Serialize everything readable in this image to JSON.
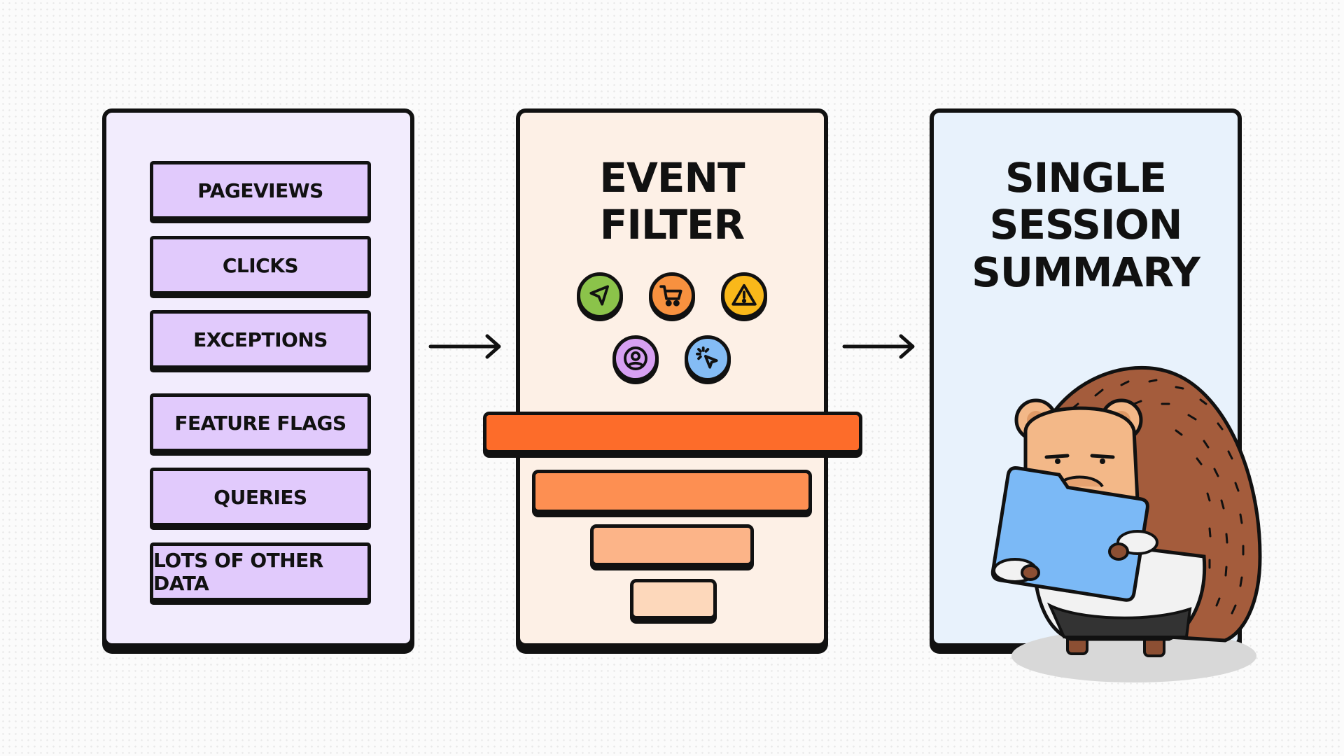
{
  "sources": {
    "items": [
      "PAGEVIEWS",
      "CLICKS",
      "EXCEPTIONS",
      "FEATURE FLAGS",
      "QUERIES",
      "LOTS OF OTHER DATA"
    ]
  },
  "filter": {
    "title": "EVENT\nFILTER",
    "icons": [
      {
        "name": "navigation-arrow-icon",
        "color": "#8bc34a"
      },
      {
        "name": "shopping-cart-icon",
        "color": "#f7913f"
      },
      {
        "name": "warning-triangle-icon",
        "color": "#f9b81a"
      },
      {
        "name": "user-circle-icon",
        "color": "#d7a0f2"
      },
      {
        "name": "cursor-click-icon",
        "color": "#84bcf5"
      }
    ],
    "funnel_colors": [
      "#fd6c2a",
      "#fd8f52",
      "#fcb488",
      "#fdd8bb"
    ]
  },
  "summary": {
    "title": "SINGLE\nSESSION\nSUMMARY"
  },
  "colors": {
    "sources_panel": "#f2ecfd",
    "source_item": "#e1cafc",
    "filter_panel": "#fdf0e6",
    "summary_panel": "#e8f2fc",
    "folder": "#7bb9f6",
    "hedgehog_spines": "#a45c3c",
    "hedgehog_face": "#f3b888"
  }
}
